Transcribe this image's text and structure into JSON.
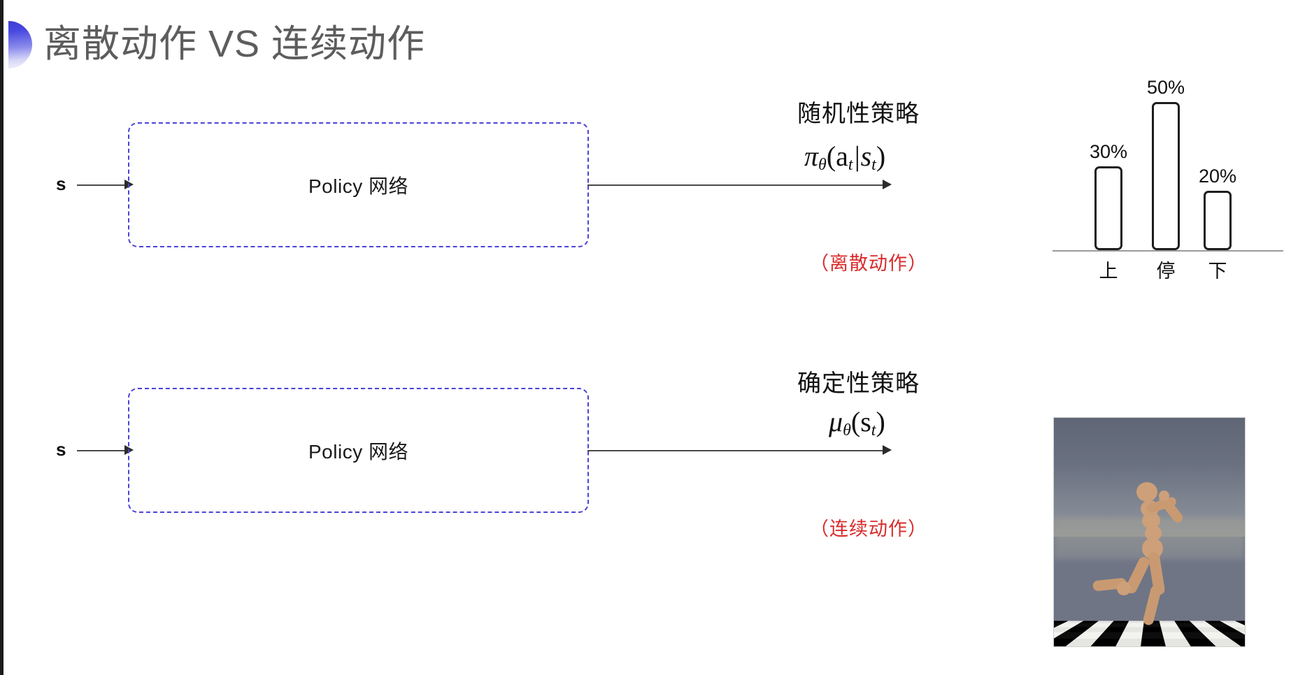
{
  "slide": {
    "title": "离散动作 VS 连续动作",
    "accent_blue": "#4a43d6",
    "title_color": "#5d5d5d",
    "red": "#d92b2b"
  },
  "rows": [
    {
      "id": "discrete",
      "state_label": "s",
      "box_label": "Policy 网络",
      "policy_type": "随机性策略",
      "formula_main": "π",
      "formula_sub": "θ",
      "formula_args": "(a",
      "formula_arg_sub": "t",
      "formula_bar": "|s",
      "formula_arg_sub2": "t",
      "formula_close": ")",
      "note": "（离散动作）",
      "output_kind": "bar-chart"
    },
    {
      "id": "continuous",
      "state_label": "s",
      "box_label": "Policy 网络",
      "policy_type": "确定性策略",
      "formula_main": "μ",
      "formula_sub": "θ",
      "formula_args": "(s",
      "formula_arg_sub": "t",
      "formula_close": ")",
      "note": "（连续动作）",
      "output_kind": "humanoid-sim"
    }
  ],
  "chart_data": {
    "type": "bar",
    "title": "",
    "categories": [
      "上",
      "停",
      "下"
    ],
    "values": [
      30,
      50,
      20
    ],
    "value_labels": [
      "30%",
      "50%",
      "20%"
    ],
    "xlabel": "",
    "ylabel": "",
    "ylim": [
      0,
      55
    ],
    "grid": false,
    "legend": "none",
    "bar_fill": "#ffffff",
    "bar_stroke": "#1d1d1d",
    "baseline_color": "#9a9a9a"
  },
  "sim": {
    "caption": "",
    "sky_color": "#6a7181",
    "floor_light": "#f2f3ee",
    "floor_dark": "#0d0d0d",
    "body_color": "#c99a72"
  }
}
